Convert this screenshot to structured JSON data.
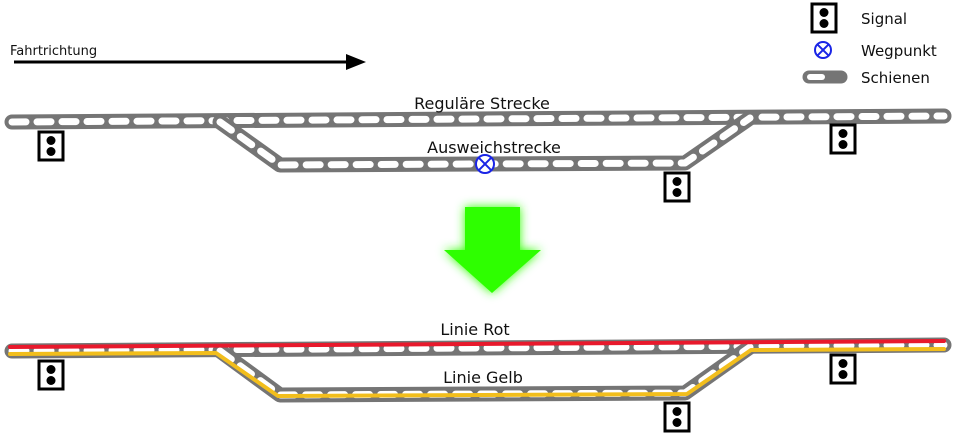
{
  "direction": {
    "label": "Fahrtrichtung"
  },
  "legend": {
    "signal": "Signal",
    "waypoint": "Wegpunkt",
    "rails": "Schienen"
  },
  "top": {
    "main_label": "Reguläre Strecke",
    "bypass_label": "Ausweichstrecke"
  },
  "bottom": {
    "red_label": "Linie Rot",
    "yellow_label": "Linie Gelb"
  },
  "colors": {
    "rail_body": "#757575",
    "rail_dash": "#ffffff",
    "line_red": "#e8192c",
    "line_yellow": "#f2be1c",
    "arrow_green": "#2eff00",
    "waypoint_blue": "#1a25e6",
    "signal": "#000000"
  }
}
